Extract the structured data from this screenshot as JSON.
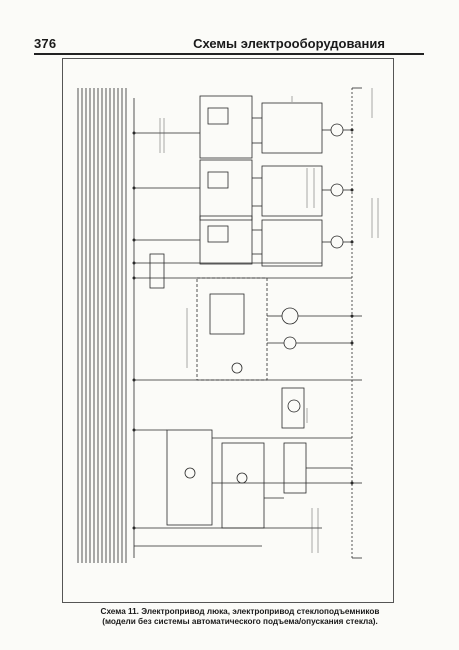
{
  "header": {
    "page_number": "376",
    "title": "Схемы электрооборудования"
  },
  "caption": {
    "line1": "Схема 11. Электропривод люка, электропривод стеклоподъемников",
    "line2": "(модели без системы автоматического подъема/опускания стекла)."
  },
  "colors": {
    "ink": "#2a2a2a",
    "paper": "#fbfbf8"
  }
}
